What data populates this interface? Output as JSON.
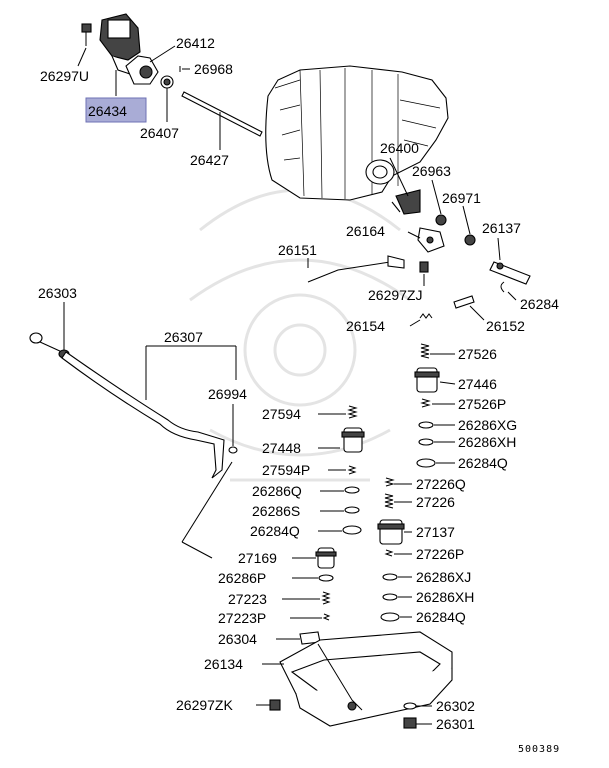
{
  "labels": {
    "p26297U": "26297U",
    "p26434": "26434",
    "p26412": "26412",
    "p26968": "26968",
    "p26407": "26407",
    "p26427": "26427",
    "p26400": "26400",
    "p26963": "26963",
    "p26971": "26971",
    "p26164": "26164",
    "p26137": "26137",
    "p26151": "26151",
    "p26297ZJ": "26297ZJ",
    "p26284": "26284",
    "p26154": "26154",
    "p26152": "26152",
    "p26303": "26303",
    "p26307": "26307",
    "p26994": "26994",
    "p27526": "27526",
    "p27446": "27446",
    "p27526P": "27526P",
    "p26286XG": "26286XG",
    "p26286XH": "26286XH",
    "p26284Q": "26284Q",
    "p27594": "27594",
    "p27448": "27448",
    "p27594P": "27594P",
    "p26286Q": "26286Q",
    "p26286S": "26286S",
    "p27226Q": "27226Q",
    "p27226": "27226",
    "p27137": "27137",
    "p27226P": "27226P",
    "p26286XJ": "26286XJ",
    "p27169": "27169",
    "p26286P": "26286P",
    "p27223": "27223",
    "p27223P": "27223P",
    "p26304": "26304",
    "p26134": "26134",
    "p26297ZK": "26297ZK",
    "p26302": "26302",
    "p26301": "26301"
  },
  "highlighted_part": "26434",
  "highlight_color": "#a9acd6",
  "reference": "500389"
}
